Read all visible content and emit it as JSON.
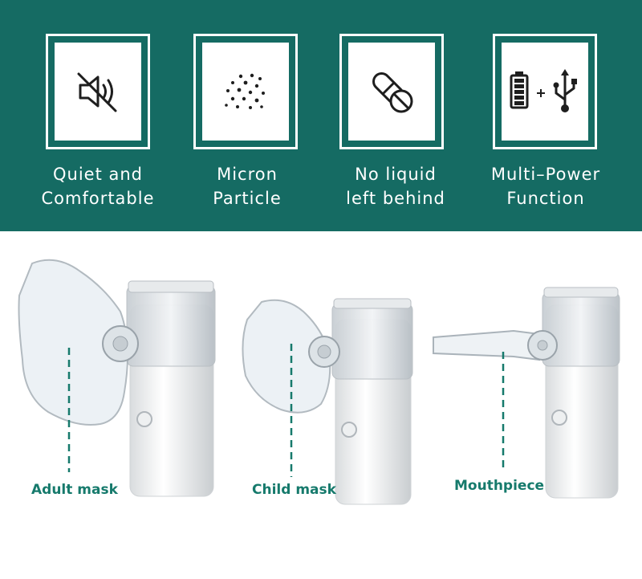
{
  "colors": {
    "band": "#156b63",
    "accent": "#167a6c",
    "icon": "#1e1e1e"
  },
  "features": [
    {
      "icon": "speaker-muted-icon",
      "line1": "Quiet and",
      "line2": "Comfortable"
    },
    {
      "icon": "particles-icon",
      "line1": "Micron",
      "line2": "Particle"
    },
    {
      "icon": "pills-icon",
      "line1": "No liquid",
      "line2": "left behind"
    },
    {
      "icon": "battery-usb-icon",
      "line1": "Multi–Power",
      "line2": "Function"
    }
  ],
  "accessories": [
    {
      "label": "Adult mask"
    },
    {
      "label": "Child mask"
    },
    {
      "label": "Mouthpiece"
    }
  ]
}
